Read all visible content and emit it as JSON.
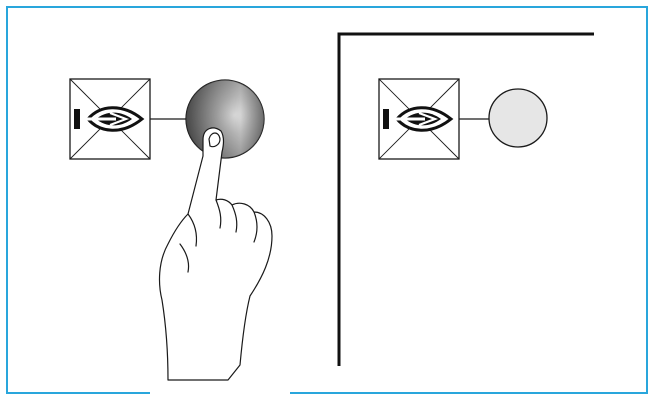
{
  "colors": {
    "frame_border": "#29a6dc",
    "line": "#1a1a1a",
    "button_pressed": "#7a7a7a",
    "button_idle": "#e6e6e6"
  },
  "panels": [
    {
      "name": "pressed-state",
      "symbol_icon": "shuttle-eye-symbol-icon",
      "button_state": "pressed",
      "finger_icon": "pointing-hand-icon"
    },
    {
      "name": "released-state",
      "symbol_icon": "shuttle-eye-symbol-icon",
      "button_state": "released"
    }
  ]
}
